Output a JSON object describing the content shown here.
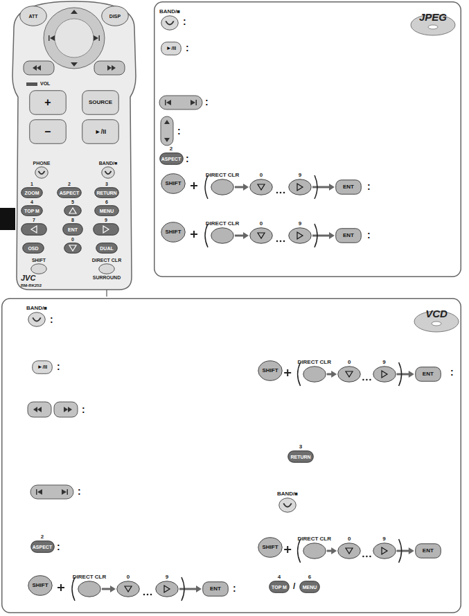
{
  "diagram": {
    "nodes": [
      {
        "text": [
          "JVC",
          "RM-RK252"
        ]
      },
      {
        "text": [
          "ATT"
        ],
        "in": 0
      },
      {
        "text": [
          "DISP"
        ],
        "in": 0
      },
      {
        "text": [
          "+"
        ],
        "in": 0
      },
      {
        "text": [
          "SOURCE"
        ],
        "in": 0
      },
      {
        "text": [
          "–"
        ],
        "in": 0
      },
      {
        "text": [
          "►/II"
        ],
        "in": 0
      },
      {
        "text": [
          "PHONE"
        ],
        "in": 0
      },
      {
        "text": [
          "BAND/■"
        ],
        "in": 0
      },
      {
        "text": [
          "1",
          "ZOOM"
        ],
        "in": 0
      },
      {
        "text": [
          "2",
          "ASPECT"
        ],
        "in": 0
      },
      {
        "text": [
          "3",
          "RETURN"
        ],
        "in": 0
      },
      {
        "text": [
          "4",
          "TOP M"
        ],
        "in": 0
      },
      {
        "text": [
          "5"
        ],
        "in": 0
      },
      {
        "text": [
          "6",
          "MENU"
        ],
        "in": 0
      },
      {
        "text": [
          "7"
        ],
        "in": 0
      },
      {
        "text": [
          "8",
          "ENT"
        ],
        "in": 0
      },
      {
        "text": [
          "9"
        ],
        "in": 0
      },
      {
        "text": [
          "OSD"
        ],
        "in": 0
      },
      {
        "text": [
          "0"
        ],
        "in": 0
      },
      {
        "text": [
          "DUAL"
        ],
        "in": 0
      },
      {
        "text": [
          "SHIFT"
        ],
        "in": 0
      },
      {
        "text": [
          "DIRECT CLR",
          "SURROUND"
        ],
        "in": 0
      },
      {
        "text": [
          "JPEG"
        ]
      },
      {
        "text": [
          "BAND/■"
        ],
        "in": 23
      },
      {
        "text": [
          "►/II"
        ],
        "in": 23
      },
      {
        "text": [
          "2",
          "ASPECT"
        ],
        "in": 23
      },
      {
        "text": [
          "SHIFT"
        ],
        "in": 23
      },
      {
        "text": [
          "DIRECT CLR"
        ],
        "in": 23
      },
      {
        "text": [
          "0"
        ],
        "in": 23
      },
      {
        "text": [
          "9"
        ],
        "in": 23
      },
      {
        "text": [
          "ENT"
        ],
        "in": 23
      },
      {
        "text": [
          "SHIFT"
        ],
        "in": 23
      },
      {
        "text": [
          "DIRECT CLR"
        ],
        "in": 23
      },
      {
        "text": [
          "0"
        ],
        "in": 23
      },
      {
        "text": [
          "9"
        ],
        "in": 23
      },
      {
        "text": [
          "ENT"
        ],
        "in": 23
      },
      {
        "text": [
          "VCD"
        ]
      },
      {
        "text": [
          "BAND/■"
        ],
        "in": 37
      },
      {
        "text": [
          "►/II"
        ],
        "in": 37
      },
      {
        "text": [
          "2",
          "ASPECT"
        ],
        "in": 37
      },
      {
        "text": [
          "SHIFT"
        ],
        "in": 37
      },
      {
        "text": [
          "DIRECT CLR"
        ],
        "in": 37
      },
      {
        "text": [
          "0"
        ],
        "in": 37
      },
      {
        "text": [
          "9"
        ],
        "in": 37
      },
      {
        "text": [
          "ENT"
        ],
        "in": 37
      },
      {
        "text": [
          "SHIFT"
        ],
        "in": 37
      },
      {
        "text": [
          "DIRECT CLR"
        ],
        "in": 37
      },
      {
        "text": [
          "0"
        ],
        "in": 37
      },
      {
        "text": [
          "9"
        ],
        "in": 37
      },
      {
        "text": [
          "ENT"
        ],
        "in": 37
      },
      {
        "text": [
          "3",
          "RETURN"
        ],
        "in": 37
      },
      {
        "text": [
          "BAND/■"
        ],
        "in": 37
      },
      {
        "text": [
          "SHIFT"
        ],
        "in": 37
      },
      {
        "text": [
          "DIRECT CLR"
        ],
        "in": 37
      },
      {
        "text": [
          "0"
        ],
        "in": 37
      },
      {
        "text": [
          "9"
        ],
        "in": 37
      },
      {
        "text": [
          "ENT"
        ],
        "in": 37
      },
      {
        "text": [
          "4",
          "TOP M"
        ],
        "in": 37
      },
      {
        "text": [
          "6",
          "MENU"
        ],
        "in": 37
      }
    ],
    "edges": [
      {
        "from": 28,
        "to": 29,
        "arrow": "to"
      },
      {
        "from": 30,
        "to": 31,
        "arrow": "to"
      },
      {
        "from": 33,
        "to": 34,
        "arrow": "to"
      },
      {
        "from": 35,
        "to": 36,
        "arrow": "to"
      },
      {
        "from": 42,
        "to": 43,
        "arrow": "to"
      },
      {
        "from": 44,
        "to": 45,
        "arrow": "to"
      },
      {
        "from": 47,
        "to": 48,
        "arrow": "to"
      },
      {
        "from": 49,
        "to": 50,
        "arrow": "to"
      },
      {
        "from": 54,
        "to": 55,
        "arrow": "to"
      },
      {
        "from": 56,
        "to": 57,
        "arrow": "to"
      }
    ],
    "labels": [
      "VOL",
      ":",
      ":",
      ":",
      ":",
      ":",
      ":",
      ":",
      ":",
      ":",
      ":",
      ":",
      ":",
      ":",
      ":",
      "/"
    ]
  }
}
